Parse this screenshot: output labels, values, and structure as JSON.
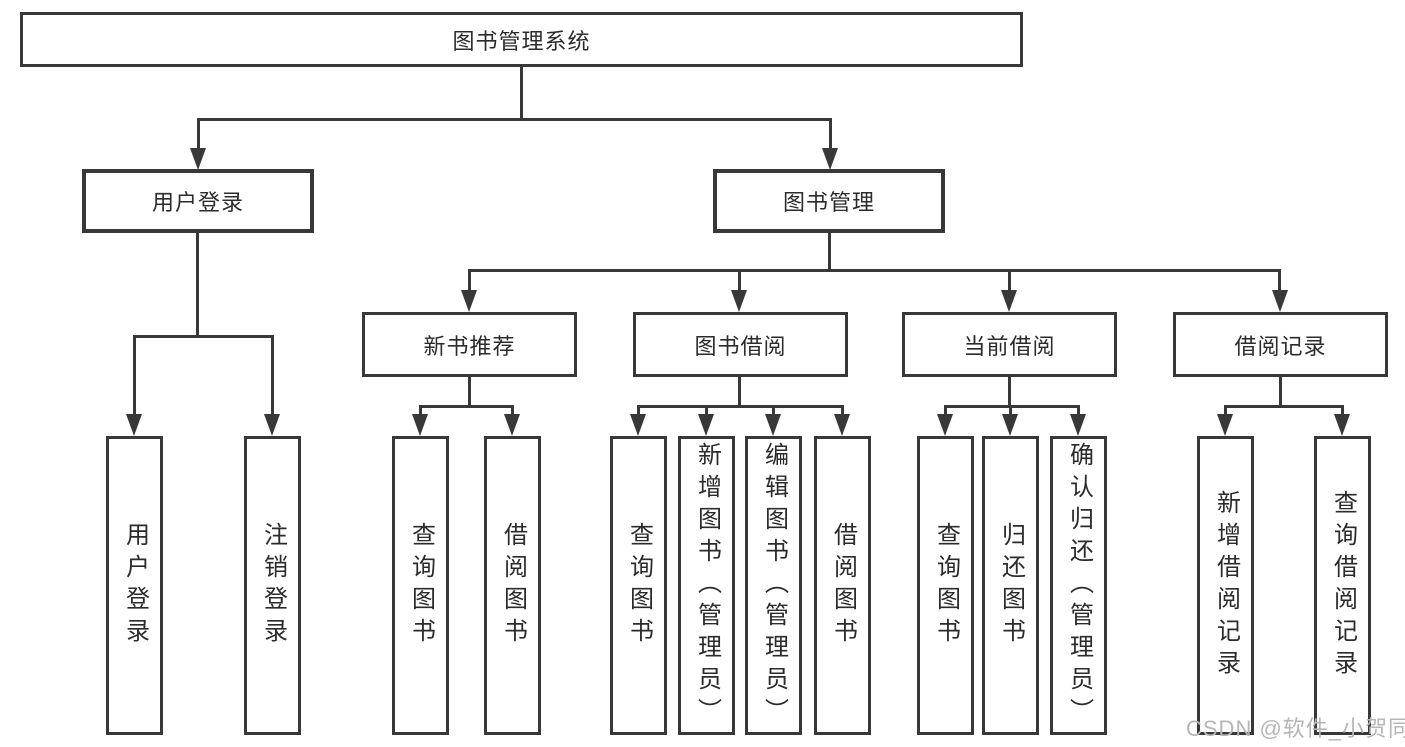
{
  "tree": {
    "root": {
      "label": "图书管理系统"
    },
    "branches": [
      {
        "label": "用户登录",
        "children": [
          {
            "label": "用户登录"
          },
          {
            "label": "注销登录"
          }
        ]
      },
      {
        "label": "图书管理",
        "children": [
          {
            "label": "新书推荐",
            "children": [
              {
                "label": "查询图书"
              },
              {
                "label": "借阅图书"
              }
            ]
          },
          {
            "label": "图书借阅",
            "children": [
              {
                "label": "查询图书"
              },
              {
                "label": "新增图书（管理员）"
              },
              {
                "label": "编辑图书（管理员）"
              },
              {
                "label": "借阅图书"
              }
            ]
          },
          {
            "label": "当前借阅",
            "children": [
              {
                "label": "查询图书"
              },
              {
                "label": "归还图书"
              },
              {
                "label": "确认归还（管理员）"
              }
            ]
          },
          {
            "label": "借阅记录",
            "children": [
              {
                "label": "新增借阅记录"
              },
              {
                "label": "查询借阅记录"
              }
            ]
          }
        ]
      }
    ]
  },
  "watermark": {
    "text": "CSDN @软件_小贺同学"
  },
  "colors": {
    "line": "#383838",
    "text": "#2b2b2b",
    "watermark": "#b6b6b6",
    "background": "#ffffff"
  }
}
